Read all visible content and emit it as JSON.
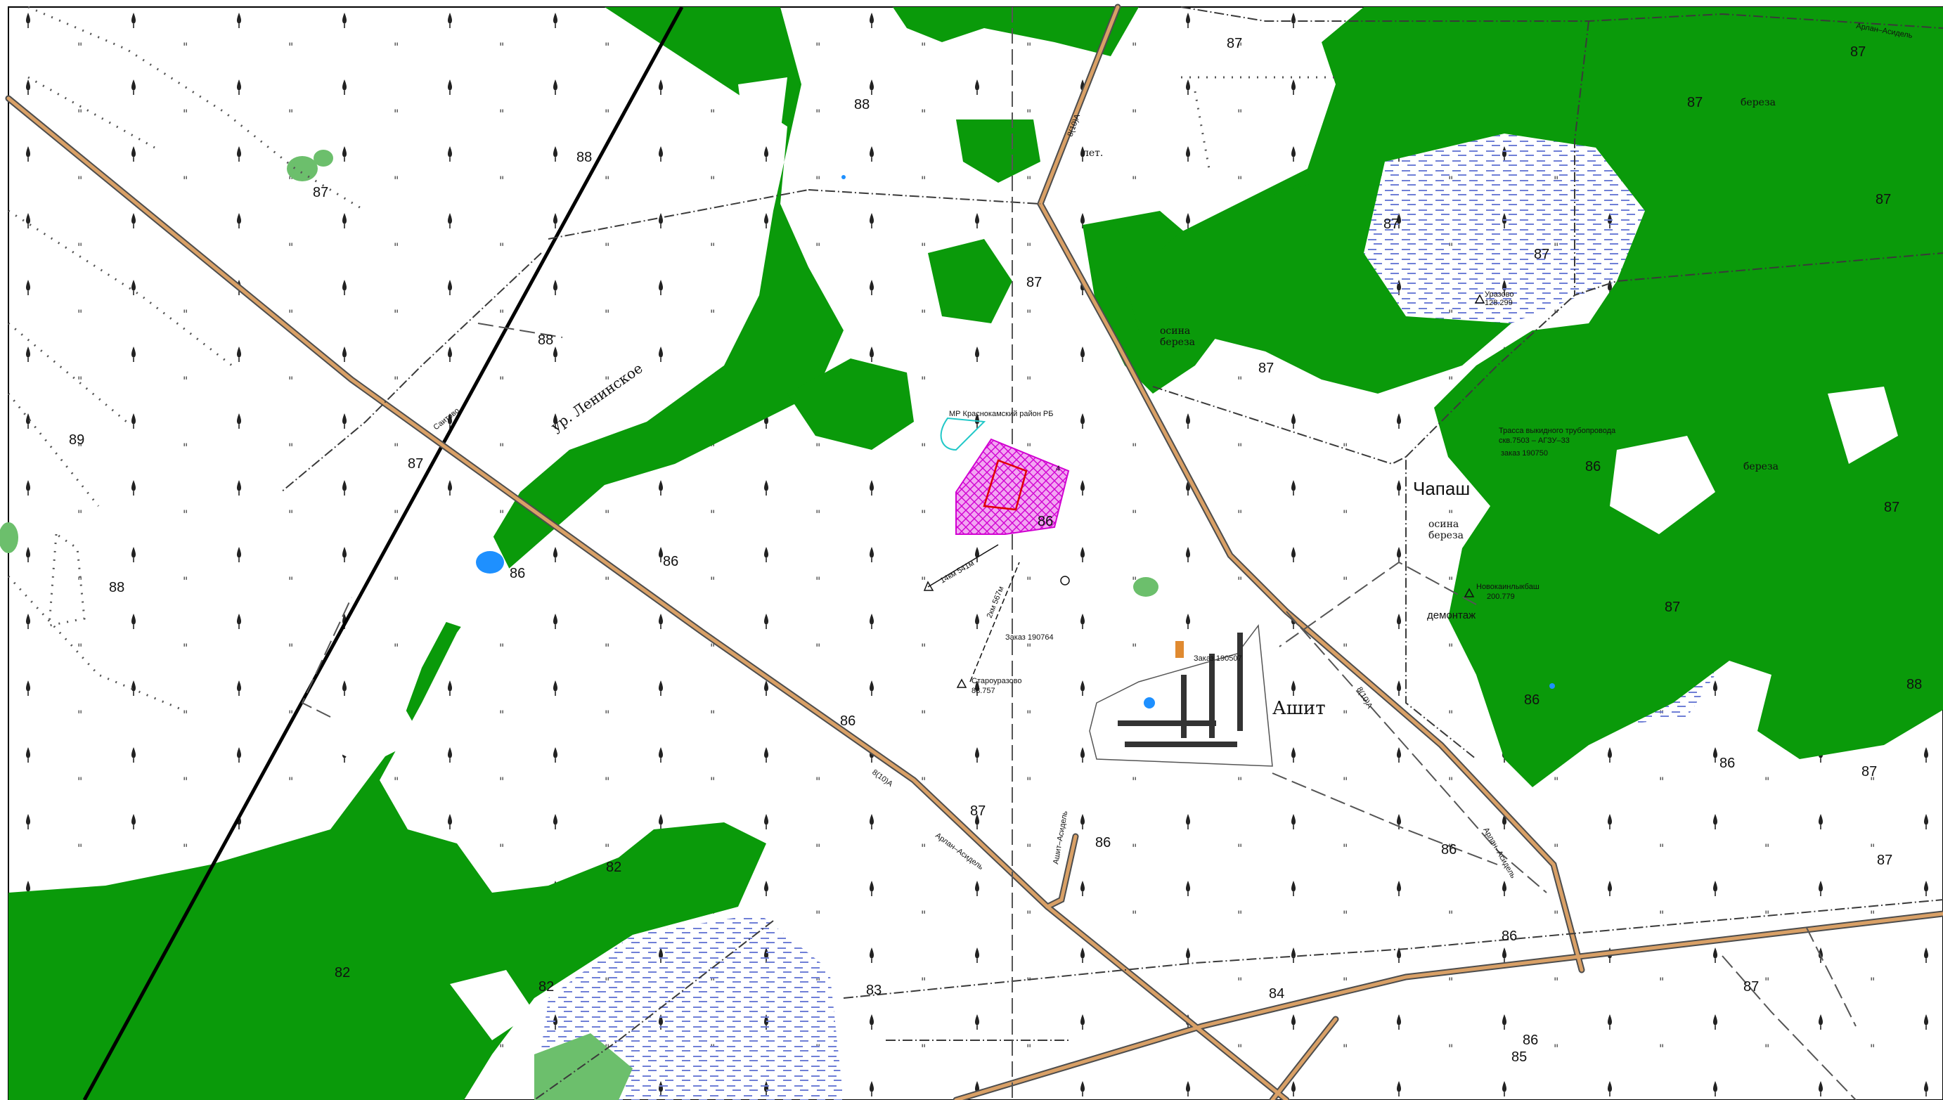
{
  "map": {
    "colors": {
      "forest": "#0a9a0a",
      "forest_light": "#6cbf6c",
      "swamp_hatch": "#6f7fd6",
      "road_asphalt": "#d9a066",
      "road_edge": "#4d4d4d",
      "plot_fill": "#e040e0",
      "plot_outline": "#e00000",
      "water": "#1e90ff",
      "buffer_outline": "#22c8c8"
    },
    "place_labels": {
      "ashit": "Ашит",
      "chapash": "Чапаш",
      "leninskoe": "ур. Ленинское"
    },
    "vegetation_labels": {
      "bereza_1": "береза",
      "bereza_2": "береза",
      "osina_bereza_1": "осина\nбереза",
      "osina_bereza_2": "осина\nбереза",
      "let": "лет."
    },
    "road_labels": {
      "r1": "Арлан–Асидель",
      "r2": "Арлан–Асидель",
      "r3": "Арлан–Асидель",
      "r4": "8(10)А",
      "r5": "8(10)А",
      "r6": "8(10)А",
      "r7": "Ашит–Асидель",
      "r8": "Саитово"
    },
    "survey": {
      "district": "МР Краснокамский район РБ",
      "plot_no": "4",
      "order_1": "Заказ 190764",
      "order_2": "заказ 190750",
      "order_3": "Заказ 190507",
      "dist_1": "14км 541м",
      "dist_2": "2км 567м",
      "pipeline_1": "Трасса выкидного трубопровода",
      "pipeline_2": "скв.7503 – АГЗУ–33",
      "dismantle": "демонтаж"
    },
    "trig_points": [
      {
        "name": "Староуразово",
        "elev": "88.757"
      },
      {
        "name": "Новокаинлыкбаш",
        "elev": "200.779"
      },
      {
        "name": "Уразово",
        "elev": "128.299"
      }
    ],
    "spot_heights": [
      "87",
      "88",
      "87",
      "89",
      "88",
      "88",
      "87",
      "86",
      "86",
      "88",
      "86",
      "87",
      "86",
      "87",
      "86",
      "82",
      "82",
      "82",
      "83",
      "84",
      "85",
      "86",
      "87",
      "86",
      "87",
      "87",
      "87",
      "87",
      "87",
      "86",
      "87",
      "88",
      "87",
      "86",
      "87",
      "87",
      "86",
      "87",
      "86"
    ]
  }
}
